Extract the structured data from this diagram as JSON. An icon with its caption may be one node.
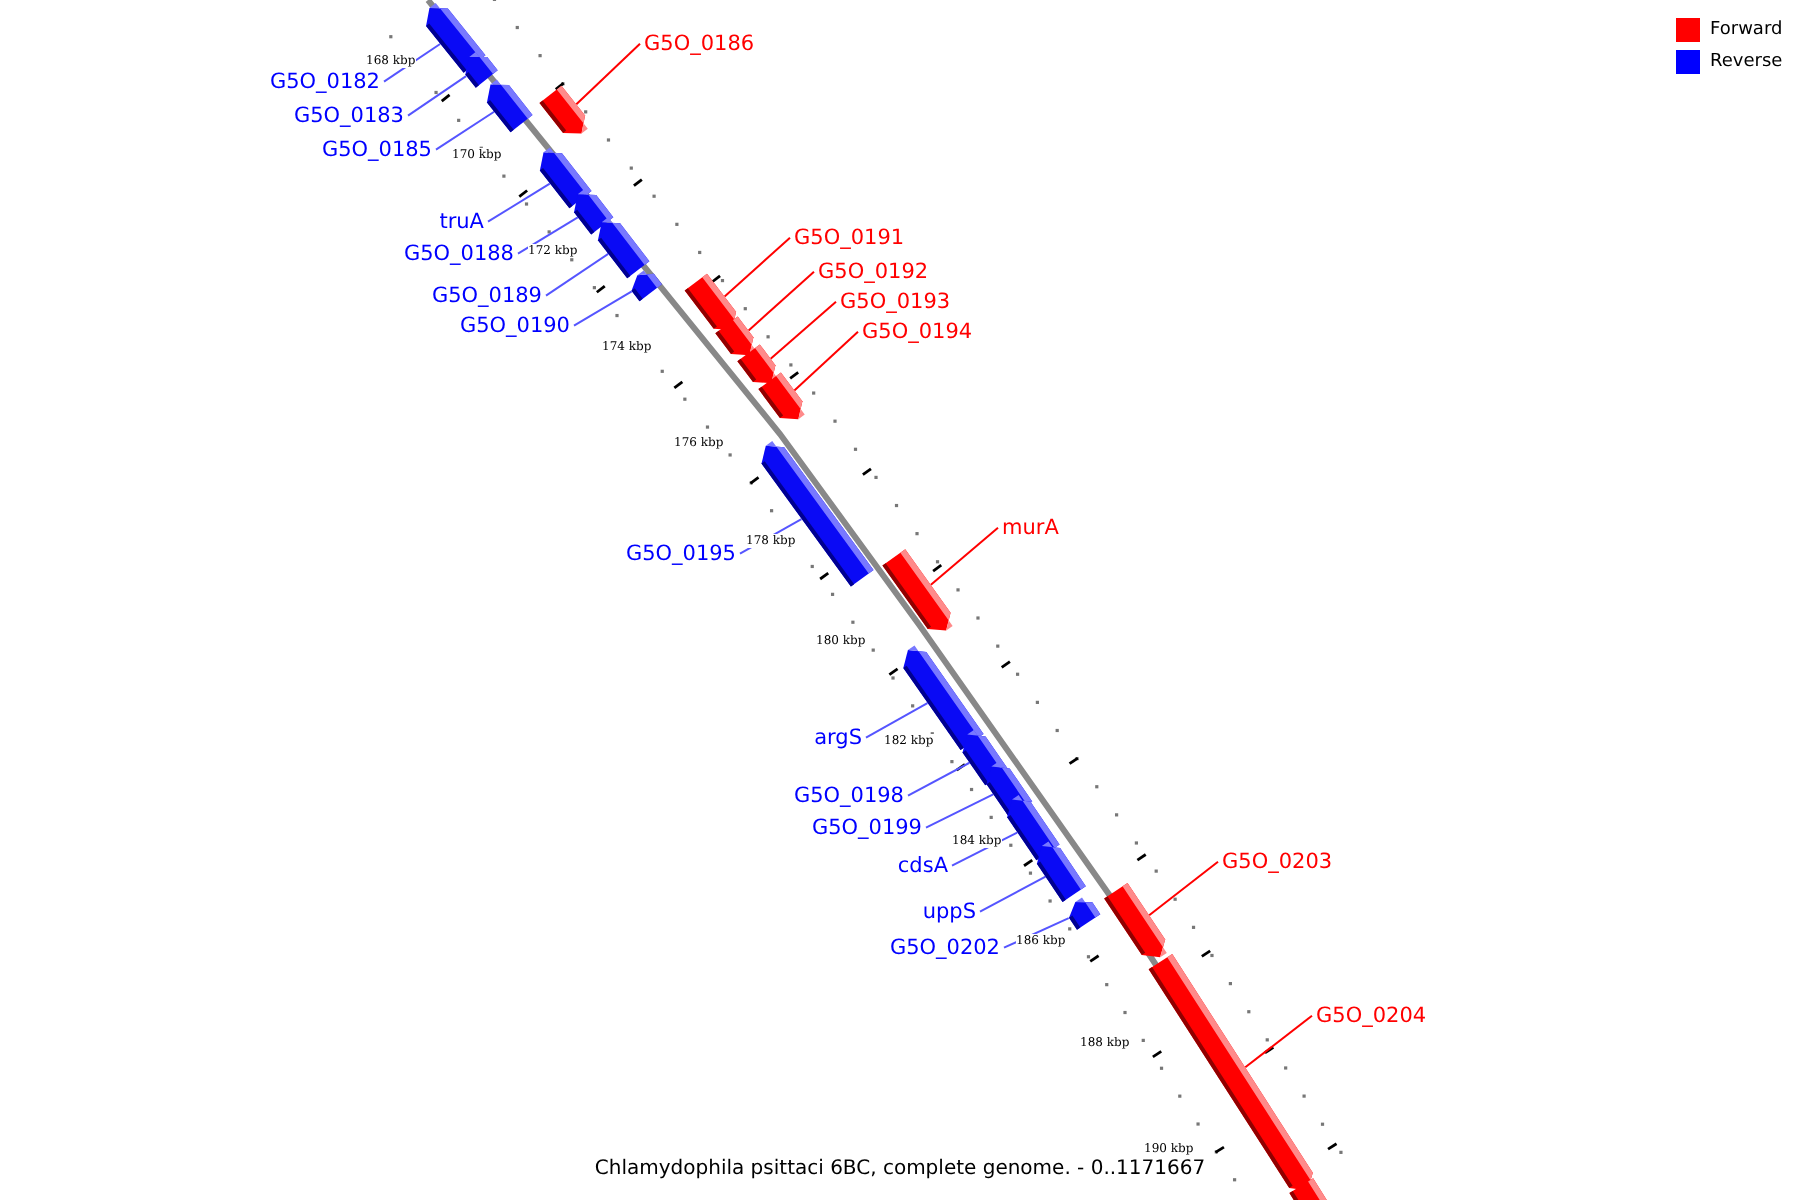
{
  "diagram": {
    "caption": "Chlamydophila psittaci 6BC, complete genome. - 0..1171667",
    "nodes": [
      {
        "text": [
          "G5O_0182"
        ]
      },
      {
        "text": [],
        "shape": "bar"
      },
      {
        "text": [
          "G5O_0183"
        ]
      },
      {
        "text": [],
        "shape": "bar"
      },
      {
        "text": [
          "G5O_0185"
        ]
      },
      {
        "text": [],
        "shape": "bar"
      },
      {
        "text": [
          "G5O_0186"
        ]
      },
      {
        "text": [],
        "shape": "bar"
      },
      {
        "text": [
          "truA"
        ]
      },
      {
        "text": [],
        "shape": "bar"
      },
      {
        "text": [
          "G5O_0188"
        ]
      },
      {
        "text": [],
        "shape": "bar"
      },
      {
        "text": [
          "G5O_0189"
        ]
      },
      {
        "text": [],
        "shape": "bar"
      },
      {
        "text": [
          "G5O_0190"
        ]
      },
      {
        "text": [],
        "shape": "bar"
      },
      {
        "text": [
          "G5O_0191"
        ]
      },
      {
        "text": [],
        "shape": "bar"
      },
      {
        "text": [
          "G5O_0192"
        ]
      },
      {
        "text": [],
        "shape": "bar"
      },
      {
        "text": [
          "G5O_0193"
        ]
      },
      {
        "text": [],
        "shape": "bar"
      },
      {
        "text": [
          "G5O_0194"
        ]
      },
      {
        "text": [],
        "shape": "bar"
      },
      {
        "text": [
          "G5O_0195"
        ]
      },
      {
        "text": [],
        "shape": "bar"
      },
      {
        "text": [
          "murA"
        ]
      },
      {
        "text": [],
        "shape": "bar"
      },
      {
        "text": [
          "argS"
        ]
      },
      {
        "text": [],
        "shape": "bar"
      },
      {
        "text": [
          "G5O_0198"
        ]
      },
      {
        "text": [],
        "shape": "bar"
      },
      {
        "text": [
          "G5O_0199"
        ]
      },
      {
        "text": [],
        "shape": "bar"
      },
      {
        "text": [
          "cdsA"
        ]
      },
      {
        "text": [],
        "shape": "bar"
      },
      {
        "text": [
          "uppS"
        ]
      },
      {
        "text": [],
        "shape": "bar"
      },
      {
        "text": [
          "G5O_0202"
        ]
      },
      {
        "text": [],
        "shape": "bar"
      },
      {
        "text": [
          "G5O_0203"
        ]
      },
      {
        "text": [],
        "shape": "bar"
      },
      {
        "text": [
          "G5O_0204"
        ]
      },
      {
        "text": [],
        "shape": "bar"
      },
      {
        "text": [],
        "shape": "bar"
      }
    ],
    "edges": [
      {
        "from": 0,
        "to": 1,
        "arrow": "none"
      },
      {
        "from": 2,
        "to": 3,
        "arrow": "none"
      },
      {
        "from": 4,
        "to": 5,
        "arrow": "none"
      },
      {
        "from": 6,
        "to": 7,
        "arrow": "none",
        "color": "#ff0000"
      },
      {
        "from": 8,
        "to": 9,
        "arrow": "none"
      },
      {
        "from": 10,
        "to": 11,
        "arrow": "none"
      },
      {
        "from": 12,
        "to": 13,
        "arrow": "none"
      },
      {
        "from": 14,
        "to": 15,
        "arrow": "none"
      },
      {
        "from": 16,
        "to": 17,
        "arrow": "none",
        "color": "#ff0000"
      },
      {
        "from": 18,
        "to": 19,
        "arrow": "none",
        "color": "#ff0000"
      },
      {
        "from": 20,
        "to": 21,
        "arrow": "none",
        "color": "#ff0000"
      },
      {
        "from": 22,
        "to": 23,
        "arrow": "none",
        "color": "#ff0000"
      },
      {
        "from": 24,
        "to": 25,
        "arrow": "none"
      },
      {
        "from": 26,
        "to": 27,
        "arrow": "none",
        "color": "#ff0000"
      },
      {
        "from": 28,
        "to": 29,
        "arrow": "none"
      },
      {
        "from": 30,
        "to": 31,
        "arrow": "none"
      },
      {
        "from": 32,
        "to": 33,
        "arrow": "none"
      },
      {
        "from": 34,
        "to": 35,
        "arrow": "none"
      },
      {
        "from": 36,
        "to": 37,
        "arrow": "none"
      },
      {
        "from": 38,
        "to": 39,
        "arrow": "none"
      },
      {
        "from": 40,
        "to": 41,
        "arrow": "none",
        "color": "#ff0000"
      },
      {
        "from": 42,
        "to": 43,
        "arrow": "none",
        "color": "#ff0000"
      }
    ],
    "labels": [
      "168 kbp",
      "170 kbp",
      "172 kbp",
      "174 kbp",
      "176 kbp",
      "178 kbp",
      "180 kbp",
      "182 kbp",
      "184 kbp",
      "186 kbp",
      "188 kbp",
      "190 kbp"
    ],
    "legend": [
      {
        "text": "Forward",
        "color": "#ff0000"
      },
      {
        "text": "Reverse",
        "color": "#0000ff"
      }
    ]
  }
}
